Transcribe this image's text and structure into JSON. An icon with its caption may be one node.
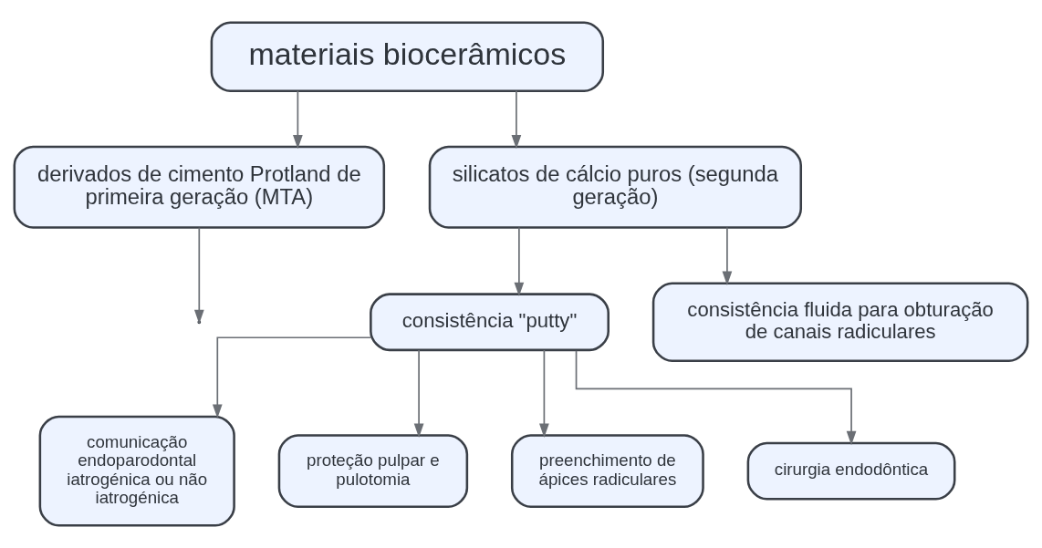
{
  "diagram": {
    "nodes": [
      {
        "text": [
          "materiais biocerâmicos"
        ]
      },
      {
        "text": [
          "derivados de cimento Protland de primeira geração (MTA)"
        ]
      },
      {
        "text": [
          "silicatos de cálcio puros (segunda geração)"
        ]
      },
      {
        "text": [
          "consistência \"putty\""
        ]
      },
      {
        "text": [
          "consistência fluida para obturação de canais radiculares"
        ]
      },
      {
        "text": [
          "comunicação endoparodontal iatrogénica ou não iatrogénica"
        ]
      },
      {
        "text": [
          "proteção pulpar e pulotomia"
        ]
      },
      {
        "text": [
          "preenchimento de ápices radiculares"
        ]
      },
      {
        "text": [
          "cirurgia endodôntica"
        ]
      }
    ],
    "edges": [
      {
        "from": 0,
        "to": 1,
        "arrow": "to"
      },
      {
        "from": 0,
        "to": 2,
        "arrow": "to"
      },
      {
        "from": 1,
        "to": null,
        "arrow": "to"
      },
      {
        "from": 2,
        "to": 3,
        "arrow": "to"
      },
      {
        "from": 2,
        "to": 4,
        "arrow": "to"
      },
      {
        "from": 3,
        "to": 5,
        "arrow": "to"
      },
      {
        "from": 3,
        "to": 6,
        "arrow": "to"
      },
      {
        "from": 3,
        "to": 7,
        "arrow": "to"
      },
      {
        "from": 3,
        "to": 8,
        "arrow": "to"
      }
    ]
  }
}
